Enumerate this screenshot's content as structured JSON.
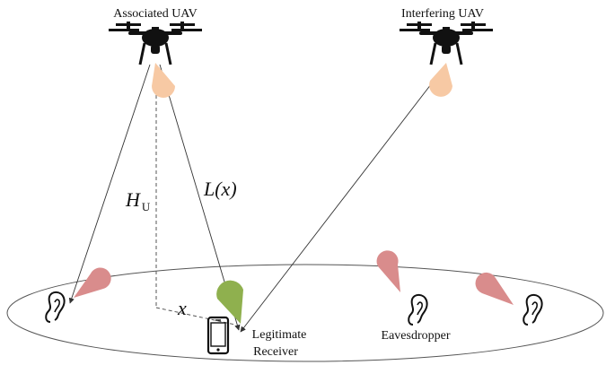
{
  "uav": {
    "associated_label": "Associated UAV",
    "interfering_label": "Interfering UAV"
  },
  "math": {
    "height_symbol": "H",
    "height_subscript": "U",
    "distance_label": "L(x)",
    "horizontal_label": "x"
  },
  "receiver": {
    "label_line1": "Legitimate",
    "label_line2": "Receiver"
  },
  "eavesdropper": {
    "label": "Eavesdropper"
  },
  "colors": {
    "uav_beam": "#f7c9a4",
    "receiver_beam": "#8fb04e",
    "eavesdropper_beam": "#d98c8c",
    "line": "#444444",
    "ground_ellipse": "#555555"
  }
}
